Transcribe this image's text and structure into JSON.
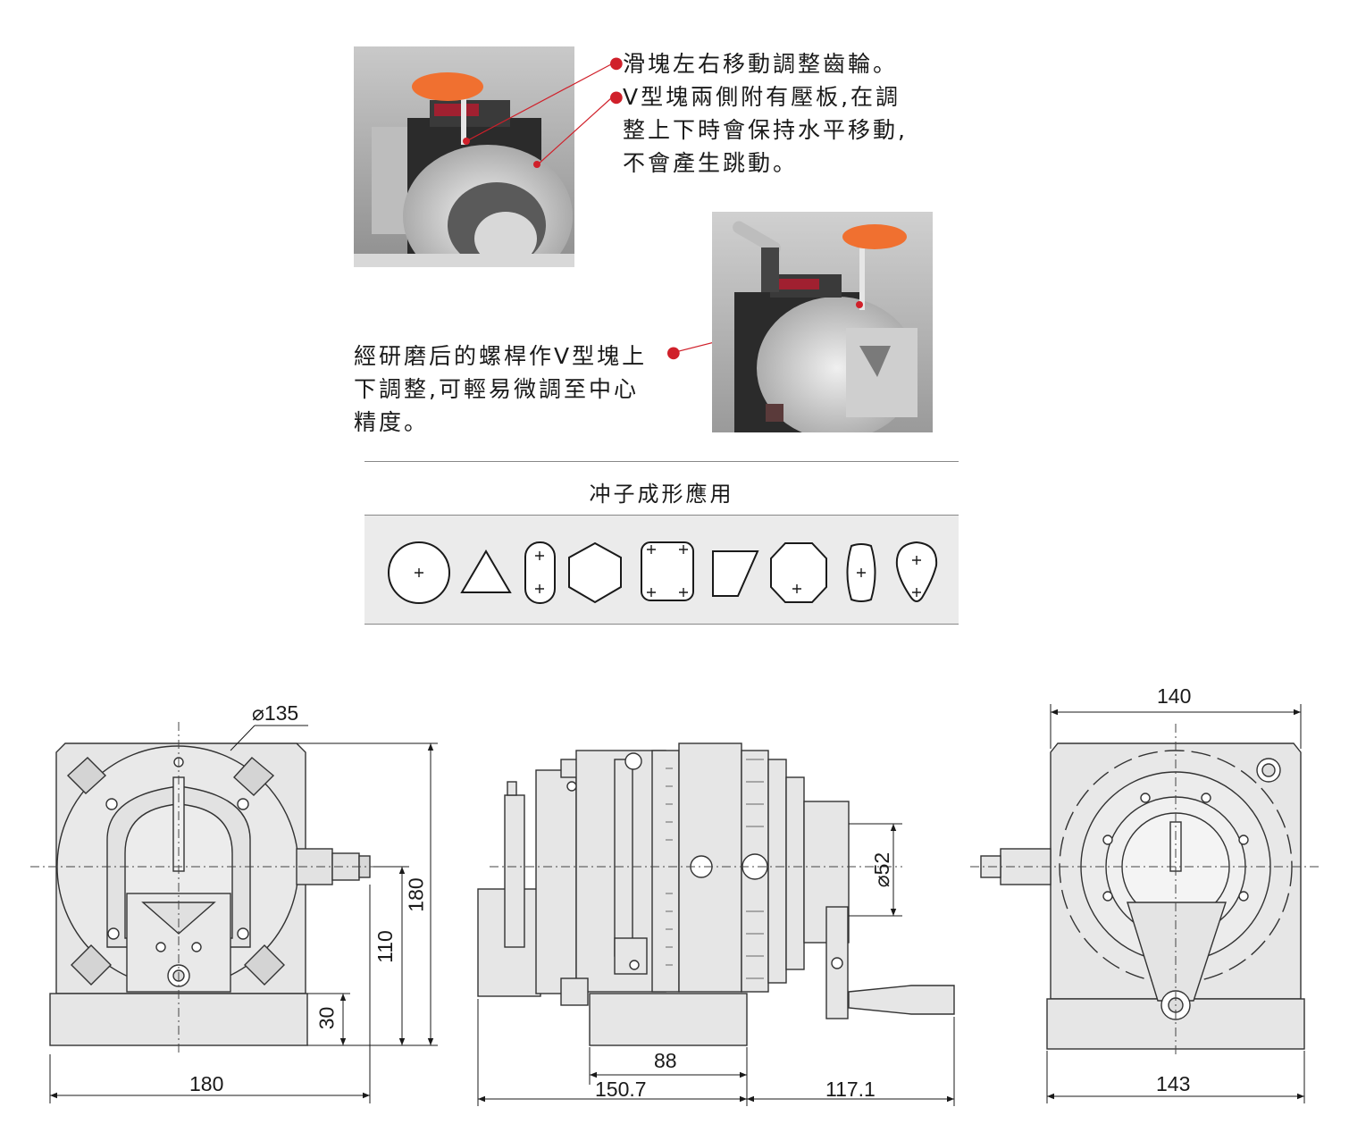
{
  "annotations": {
    "top_lines": [
      "滑塊左右移動調整齒輪。",
      "V型塊兩側附有壓板,在調",
      "整上下時會保持水平移動,",
      "不會產生跳動。"
    ],
    "middle_lines": [
      "經研磨后的螺桿作V型塊上",
      "下調整,可輕易微調至中心",
      "精度。"
    ]
  },
  "punch_section": {
    "title": "冲子成形應用",
    "shapes": [
      "circle",
      "triangle",
      "slot",
      "hexagon",
      "rounded-square",
      "trapezoid",
      "octagon",
      "narrow-slot",
      "teardrop"
    ]
  },
  "dimensions": {
    "front_view": {
      "diameter": "⌀135",
      "height_total": "180",
      "center_height": "110",
      "base_height": "30",
      "width": "180"
    },
    "side_view": {
      "diameter": "⌀52",
      "base_length": "88",
      "length_left": "150.7",
      "length_right": "117.1"
    },
    "rear_view": {
      "top_width": "140",
      "bottom_width": "143"
    }
  },
  "colors": {
    "accent": "#d0202a",
    "handle": "#f07030",
    "panel_bg": "#ebebeb",
    "drawing_fill": "#e6e6e6"
  }
}
